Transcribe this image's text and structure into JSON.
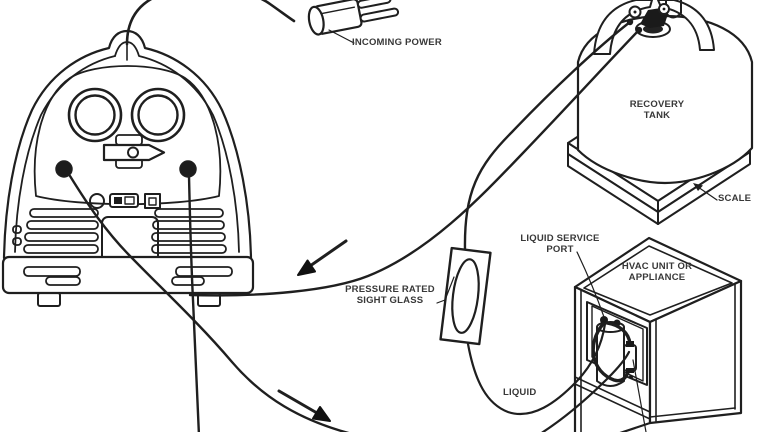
{
  "diagram": {
    "type": "refrigerant-recovery-hookup-diagram",
    "labels": {
      "incoming_power": "INCOMING POWER",
      "recovery_tank_1": "RECOVERY",
      "recovery_tank_2": "TANK",
      "scale": "SCALE",
      "liquid_service_port_1": "LIQUID SERVICE",
      "liquid_service_port_2": "PORT",
      "hvac_unit_1": "HVAC UNIT OR",
      "hvac_unit_2": "APPLIANCE",
      "sight_glass_1": "PRESSURE RATED",
      "sight_glass_2": "SIGHT GLASS",
      "liquid": "LIQUID"
    },
    "colors": {
      "background": "#ffffff",
      "line": "#1f1f1f",
      "text": "#383838"
    }
  }
}
